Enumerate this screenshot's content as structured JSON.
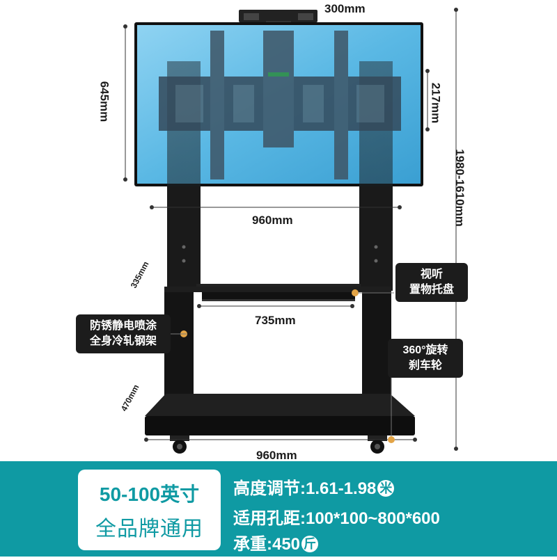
{
  "dimensions": {
    "top_width": "300mm",
    "screen_height": "645mm",
    "bracket_height": "217mm",
    "total_height": "1980-1610mm",
    "column_spacing": "960mm",
    "tray_depth": "335mm",
    "shelf_width": "735mm",
    "base_depth": "470mm",
    "base_width": "960mm"
  },
  "callouts": {
    "frame_line1": "防锈静电喷涂",
    "frame_line2": "全身冷轧钢架",
    "tray_line1": "视听",
    "tray_line2": "置物托盘",
    "wheel_line1": "360°旋转",
    "wheel_line2": "刹车轮"
  },
  "badge": {
    "size_range": "50-100英寸",
    "compatibility": "全品牌通用"
  },
  "specs": {
    "height_label": "高度调节:1.61-1.98",
    "height_unit": "米",
    "vesa_label": "适用孔距:100*100~800*600",
    "load_label": "承重:450",
    "load_unit": "斤"
  },
  "colors": {
    "accent": "#0f9aa3",
    "screen": "#5ab8e4",
    "steel": "#1a1a1a"
  }
}
